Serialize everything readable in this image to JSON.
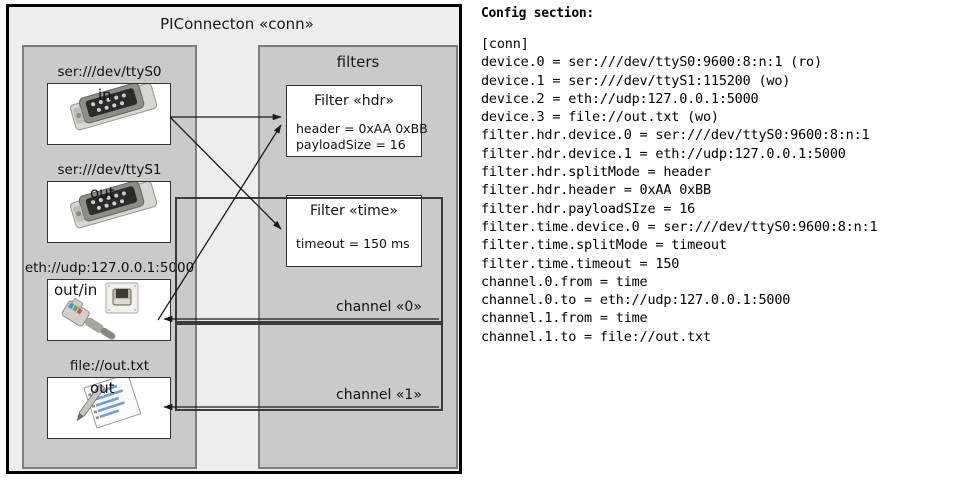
{
  "diagram": {
    "title": "PIConnecton «conn»",
    "devices_panel": {
      "name": "devices",
      "items": [
        {
          "label": "ser:///dev/ttyS0",
          "direction": "in",
          "icon": "serial-port-icon"
        },
        {
          "label": "ser:///dev/ttyS1",
          "direction": "out",
          "icon": "serial-port-icon"
        },
        {
          "label": "eth://udp:127.0.0.1:5000",
          "direction": "out/in",
          "icon": "ethernet-socket-icon"
        },
        {
          "label": "file://out.txt",
          "direction": "out",
          "icon": "text-document-icon"
        }
      ]
    },
    "filters_panel": {
      "title": "filters",
      "filters": [
        {
          "title": "Filter «hdr»",
          "props": [
            "header = 0xAA 0xBB",
            "payloadSize = 16"
          ]
        },
        {
          "title": "Filter «time»",
          "props": [
            "timeout = 150 ms"
          ]
        }
      ],
      "channels": [
        {
          "label": "channel «0»"
        },
        {
          "label": "channel «1»"
        }
      ]
    },
    "colors": {
      "page_bg": "#ffffff",
      "diagram_bg": "#ededed",
      "panel_bg": "#cacaca",
      "panel_border": "#7d7d7d",
      "box_bg": "#ffffff",
      "box_border": "#333333",
      "outline": "#000000",
      "wire": "#1a1a1a"
    }
  },
  "config": {
    "heading": "Config section:",
    "lines": [
      "[conn]",
      "device.0 = ser:///dev/ttyS0:9600:8:n:1 (ro)",
      "device.1 = ser:///dev/ttyS1:115200 (wo)",
      "device.2 = eth://udp:127.0.0.1:5000",
      "device.3 = file://out.txt (wo)",
      "filter.hdr.device.0 = ser:///dev/ttyS0:9600:8:n:1",
      "filter.hdr.device.1 = eth://udp:127.0.0.1:5000",
      "filter.hdr.splitMode = header",
      "filter.hdr.header = 0xAA 0xBB",
      "filter.hdr.payloadSIze = 16",
      "filter.time.device.0 = ser:///dev/ttyS0:9600:8:n:1",
      "filter.time.splitMode = timeout",
      "filter.time.timeout = 150",
      "channel.0.from = time",
      "channel.0.to = eth://udp:127.0.0.1:5000",
      "channel.1.from = time",
      "channel.1.to = file://out.txt"
    ]
  }
}
